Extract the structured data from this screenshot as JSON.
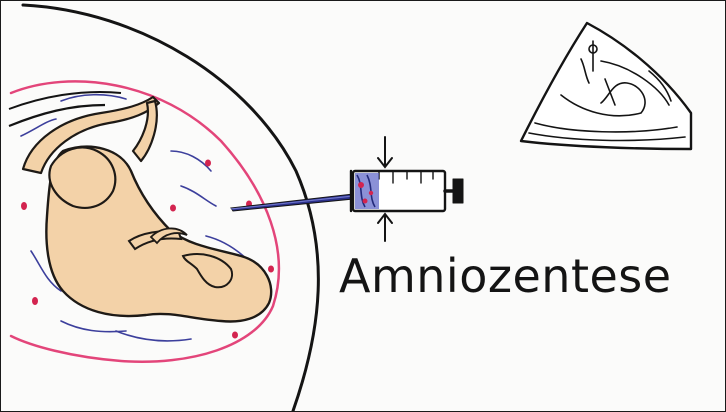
{
  "caption": "Amniozentese",
  "colors": {
    "ink": "#141414",
    "skin": "#f3d2a8",
    "skin_outline": "#1e1a16",
    "membrane": "#e3457a",
    "blood_dot": "#d3244f",
    "vein_blue": "#3c3f9c",
    "needle_blue": "#2a2f8a"
  },
  "icons": {
    "fetus": "fetus-illustration",
    "syringe": "syringe-illustration",
    "ultrasound": "ultrasound-scan-illustration"
  }
}
